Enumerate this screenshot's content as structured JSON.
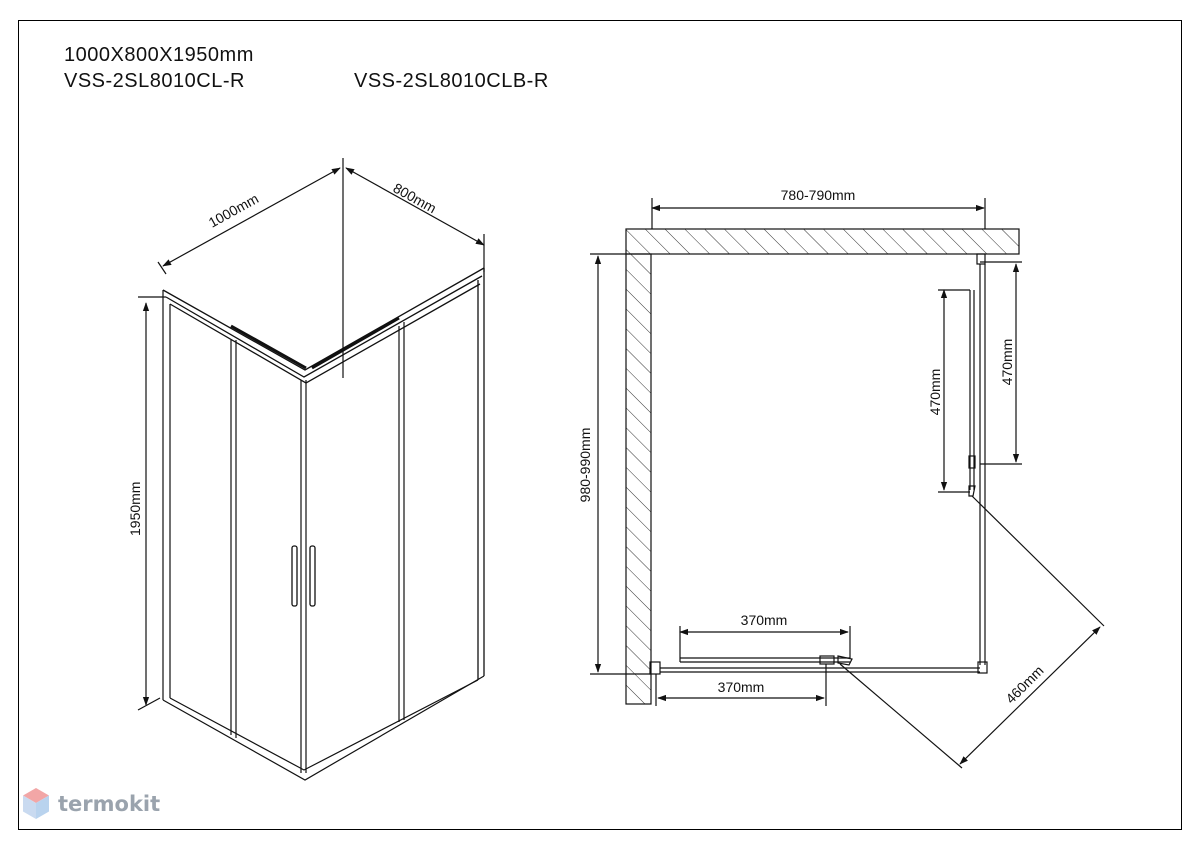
{
  "header": {
    "size": "1000X800X1950mm",
    "model_a": "VSS-2SL8010CL-R",
    "model_b": "VSS-2SL8010CLB-R"
  },
  "iso_view": {
    "width_label": "1000mm",
    "depth_label": "800mm",
    "height_label": "1950mm"
  },
  "plan_view": {
    "top_label": "780-790mm",
    "left_label": "980-990mm",
    "right_outer_label": "470mm",
    "right_inner_label": "470mm",
    "bottom_upper_label": "370mm",
    "bottom_lower_label": "370mm",
    "diagonal_label": "460mm"
  },
  "watermark": {
    "text": "termokit",
    "icon": "hexagon-logo-icon",
    "colors": {
      "top": "#f2a6a6",
      "bottom": "#b9d3ee",
      "text": "#9aa3ad"
    }
  }
}
